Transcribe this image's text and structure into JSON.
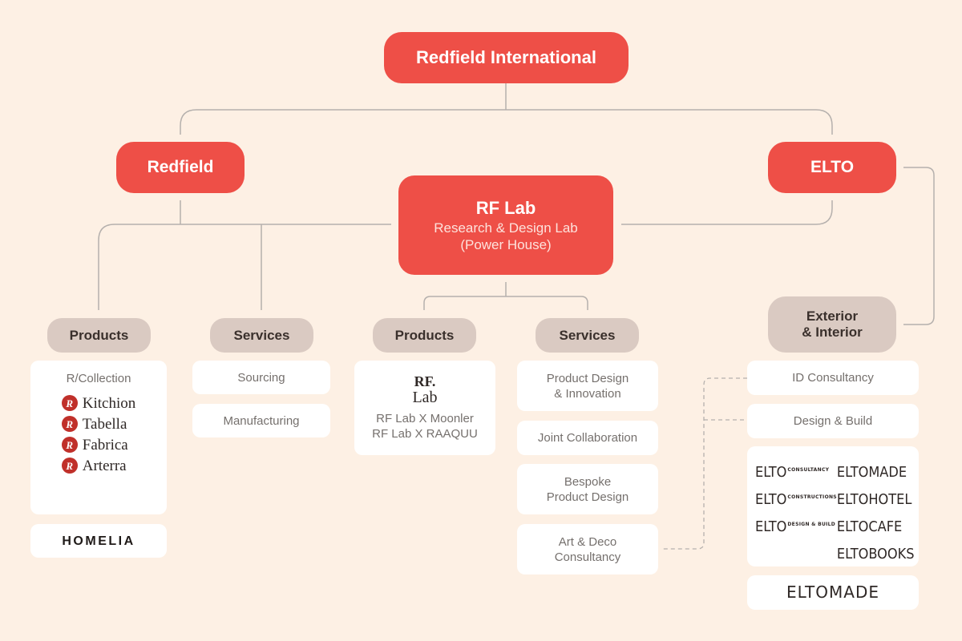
{
  "root": {
    "label": "Redfield International"
  },
  "branches": {
    "redfield": {
      "label": "Redfield"
    },
    "rflab": {
      "title": "RF Lab",
      "subtitle_line1": "Research & Design Lab",
      "subtitle_line2": "(Power House)"
    },
    "elto": {
      "label": "ELTO"
    }
  },
  "redfield": {
    "products": {
      "label": "Products",
      "collection_title": "R/Collection",
      "brands": [
        "Kitchion",
        "Tabella",
        "Fabrica",
        "Arterra"
      ],
      "extra_brand": "HOMELIA"
    },
    "services": {
      "label": "Services",
      "items": [
        "Sourcing",
        "Manufacturing"
      ]
    }
  },
  "rflab": {
    "products": {
      "label": "Products",
      "logo_top": "RF.",
      "logo_bottom": "Lab",
      "items": [
        "RF Lab X Moonler",
        "RF Lab X RAAQUU"
      ]
    },
    "services": {
      "label": "Services",
      "items": [
        {
          "line1": "Product Design",
          "line2": "& Innovation"
        },
        {
          "line1": "Joint Collaboration",
          "line2": ""
        },
        {
          "line1": "Bespoke",
          "line2": "Product Design"
        },
        {
          "line1": "Art & Deco",
          "line2": "Consultancy"
        }
      ]
    }
  },
  "elto": {
    "category": {
      "line1": "Exterior",
      "line2": "& Interior"
    },
    "services": [
      "ID Consultancy",
      "Design & Build"
    ],
    "brands_left": [
      {
        "name": "ELTO",
        "suffix": "CONSULTANCY"
      },
      {
        "name": "ELTO",
        "suffix": "CONSTRUCTIONS"
      },
      {
        "name": "ELTO",
        "suffix": "DESIGN & BUILD"
      }
    ],
    "brands_right": [
      "ELTOMADE",
      "ELTOHOTEL",
      "ELTOCAFE",
      "ELTOBOOKS"
    ],
    "extra_brand": "ELTOMADE"
  },
  "colors": {
    "primary": "#ee4f47",
    "category": "#dacac2",
    "background": "#fdf0e4",
    "connector": "#b5b0ad"
  }
}
